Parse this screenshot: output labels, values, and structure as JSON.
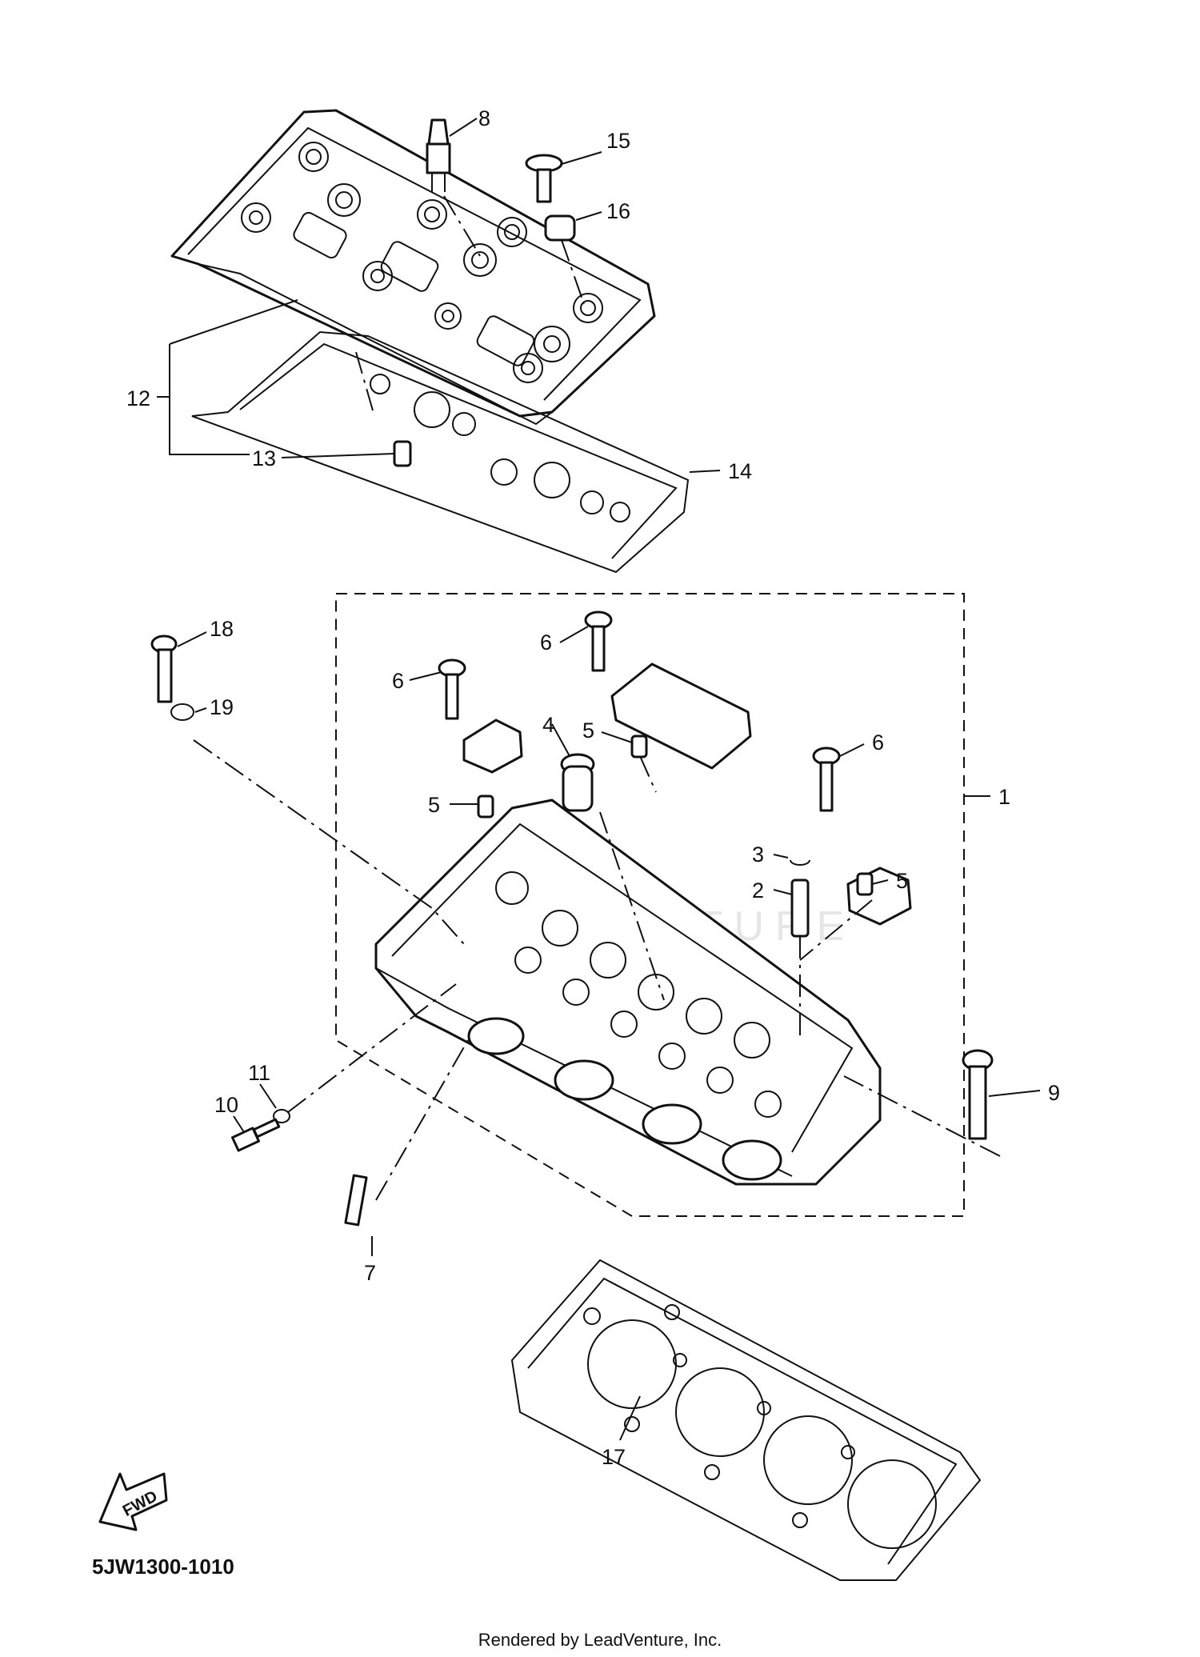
{
  "diagram": {
    "callouts": [
      "1",
      "2",
      "3",
      "4",
      "5",
      "5",
      "5",
      "6",
      "6",
      "6",
      "7",
      "8",
      "9",
      "10",
      "11",
      "12",
      "13",
      "14",
      "15",
      "16",
      "17",
      "18",
      "19"
    ],
    "fwd_label": "FWD",
    "diagram_code": "5JW1300-1010",
    "footer": "Rendered by LeadVenture, Inc.",
    "watermark": "LEADVENTURE"
  }
}
